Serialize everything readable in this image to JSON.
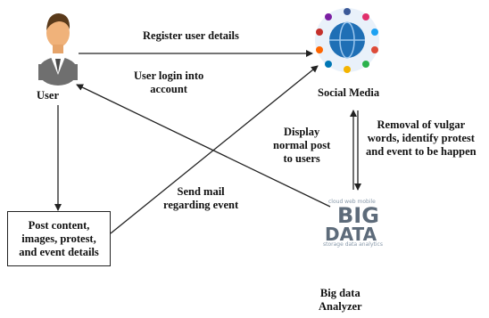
{
  "nodes": {
    "user": {
      "label": "User"
    },
    "social_media": {
      "label": "Social Media"
    },
    "post_box": {
      "label": "Post content,\nimages, protest,\nand event details"
    },
    "big_data": {
      "label": "Big data\nAnalyzer",
      "logo_text_top": "BIG",
      "logo_text_bottom": "DATA"
    }
  },
  "edges": {
    "register": "Register user details",
    "login": "User login into\naccount",
    "send_mail": "Send mail\nregarding event",
    "display": "Display\nnormal post\nto users",
    "removal": "Removal of vulgar\nwords, identify protest\nand event to be happen"
  },
  "colors": {
    "line": "#222222",
    "user_skin": "#f0b27a",
    "user_hair": "#5a3a1a",
    "user_suit": "#6f6f6f",
    "globe": "#1f6fb5",
    "bigdata": "#5d6b7a"
  }
}
